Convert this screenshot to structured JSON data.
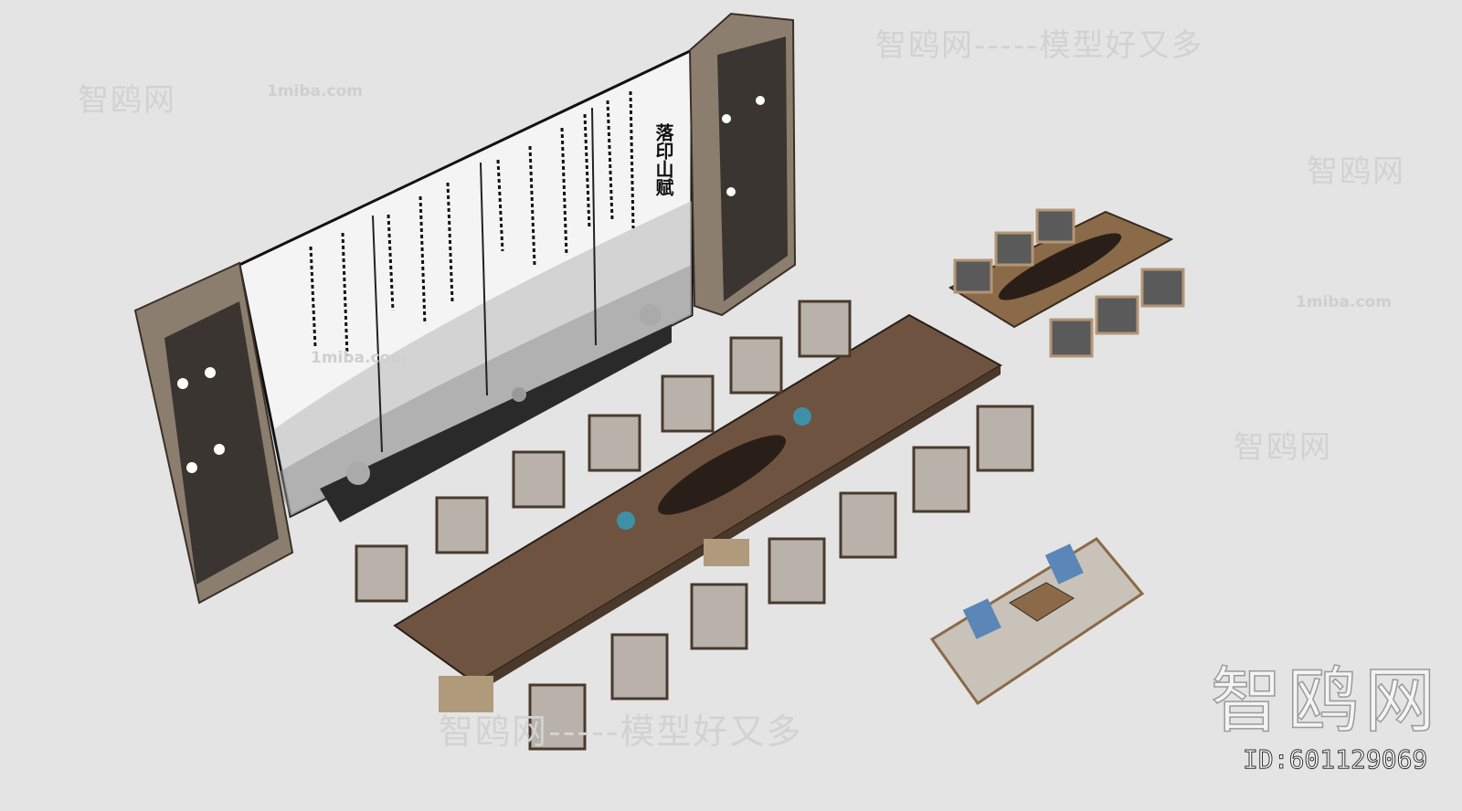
{
  "scene": {
    "artwork_title": "落印山赋",
    "colors": {
      "background": "#e4e4e4",
      "wood_dark": "#5a4636",
      "wood_light": "#8a7a68",
      "table": "#6e5440",
      "cushion": "#b8b2aa",
      "accent_vase": "#3f8fa6"
    }
  },
  "watermarks": {
    "slogan_top": "智鸥网-----模型好又多",
    "slogan_bottom": "智鸥网-----模型好又多",
    "brand": "智鸥网",
    "site": "1miba.com",
    "logo": "智鸥网",
    "id": "ID:601129069"
  }
}
